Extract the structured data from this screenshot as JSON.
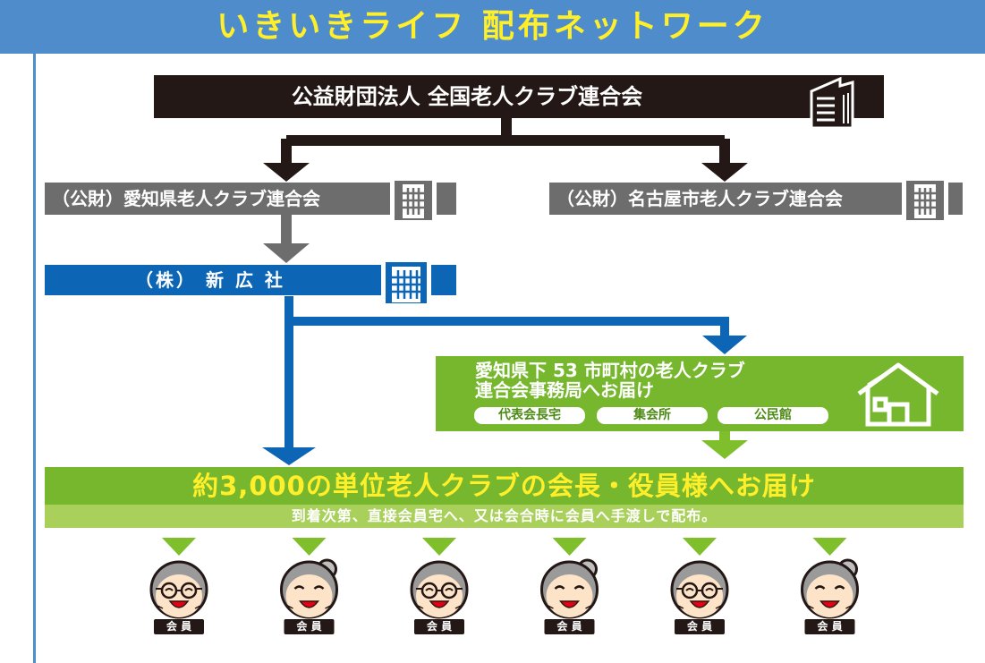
{
  "title": "いきいきライフ 配布ネットワーク",
  "nodes": {
    "national": "公益財団法人 全国老人クラブ連合会",
    "aichi": "（公財）愛知県老人クラブ連合会",
    "nagoya": "（公財）名古屋市老人クラブ連合会",
    "shinkosha": "（株） 新 広 社",
    "aichi53": {
      "line1": "愛知県下 53 市町村の老人クラブ",
      "line2": "連合会事務局へお届け",
      "tags": [
        "代表会長宅",
        "集会所",
        "公民館"
      ]
    },
    "units": "約3,000の単位老人クラブの会長・役員様へお届け",
    "units_sub": "到着次第、直接会員宅へ、又は会合時に会員へ手渡しで配布。"
  },
  "member_label": "会 員",
  "members": [
    {
      "label": "会 員",
      "glasses": true,
      "bun": false
    },
    {
      "label": "会 員",
      "glasses": false,
      "bun": true
    },
    {
      "label": "会 員",
      "glasses": true,
      "bun": false
    },
    {
      "label": "会 員",
      "glasses": false,
      "bun": true
    },
    {
      "label": "会 員",
      "glasses": true,
      "bun": false
    },
    {
      "label": "会 員",
      "glasses": false,
      "bun": true
    }
  ],
  "icons": [
    "building-icon",
    "office-building-icon",
    "house-icon",
    "member-face-icon"
  ],
  "colors": {
    "header": "#4f8ccc",
    "title_text": "#ffef2a",
    "national": "#231815",
    "prefecture": "#6d6d6d",
    "shinkosha": "#0d66b5",
    "green": "#76b72e",
    "green_light": "#a8d05a",
    "arrow_green": "#7fbf2b"
  }
}
